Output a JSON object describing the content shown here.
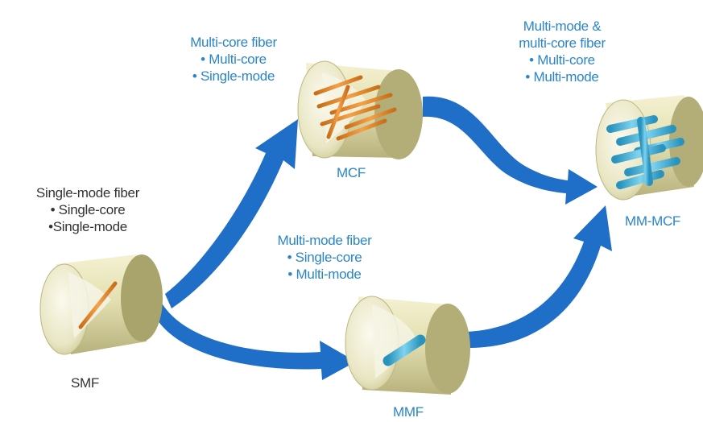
{
  "colors": {
    "arrow": "#1f6ec7",
    "text_dark": "#333333",
    "text_blue": "#2a86c8",
    "cladding": "#dcd8a8",
    "core_orange": "#e98a2c",
    "core_blue": "#49b3d8"
  },
  "smf": {
    "name": "SMF",
    "desc": [
      "Single-mode fiber",
      "• Single-core",
      "•Single-mode"
    ]
  },
  "mcf": {
    "name": "MCF",
    "desc": [
      "Multi-core fiber",
      "• Multi-core",
      "• Single-mode"
    ]
  },
  "mmf": {
    "name": "MMF",
    "desc": [
      "Multi-mode fiber",
      "• Single-core",
      "• Multi-mode"
    ]
  },
  "mmmcf": {
    "name": "MM-MCF",
    "desc": [
      "Multi-mode &",
      "multi-core fiber",
      "• Multi-core",
      "• Multi-mode"
    ]
  }
}
